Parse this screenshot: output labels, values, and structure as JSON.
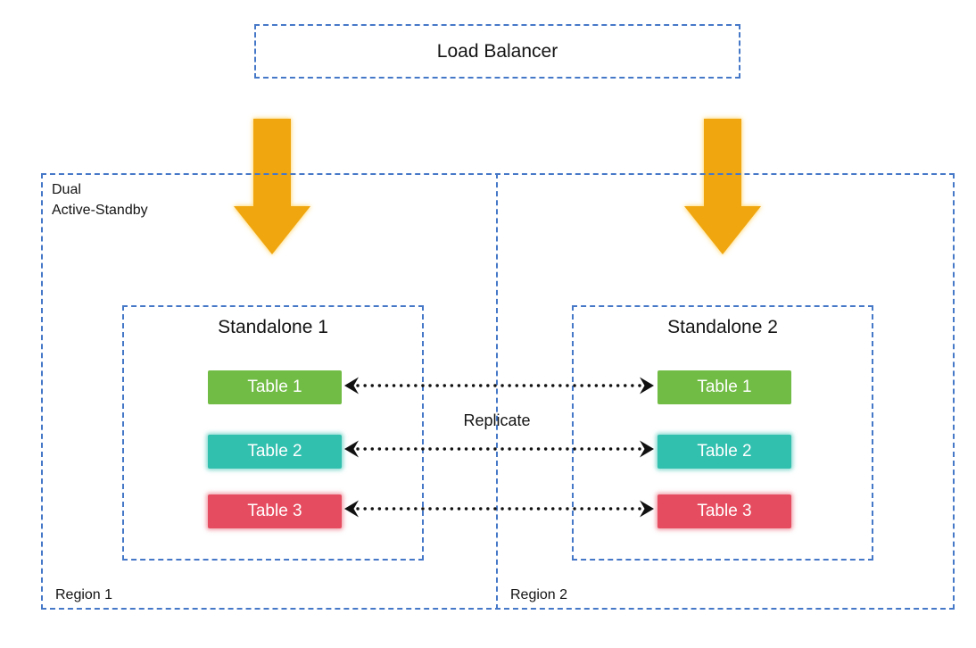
{
  "diagram": {
    "load_balancer": {
      "label": "Load Balancer"
    },
    "container": {
      "label": "Dual\nActive-Standby",
      "regions": [
        {
          "label": "Region 1",
          "standalone": {
            "title": "Standalone 1",
            "tables": [
              "Table 1",
              "Table 2",
              "Table 3"
            ]
          }
        },
        {
          "label": "Region 2",
          "standalone": {
            "title": "Standalone 2",
            "tables": [
              "Table 1",
              "Table 2",
              "Table 3"
            ]
          }
        }
      ]
    },
    "replicate_label": "Replicate",
    "colors": {
      "border_blue": "#4678C8",
      "arrow_orange": "#F0A60E",
      "table_green": "#71BC44",
      "table_teal": "#31BFAE",
      "table_red": "#E64C5F",
      "arrow_black": "#111111"
    }
  }
}
